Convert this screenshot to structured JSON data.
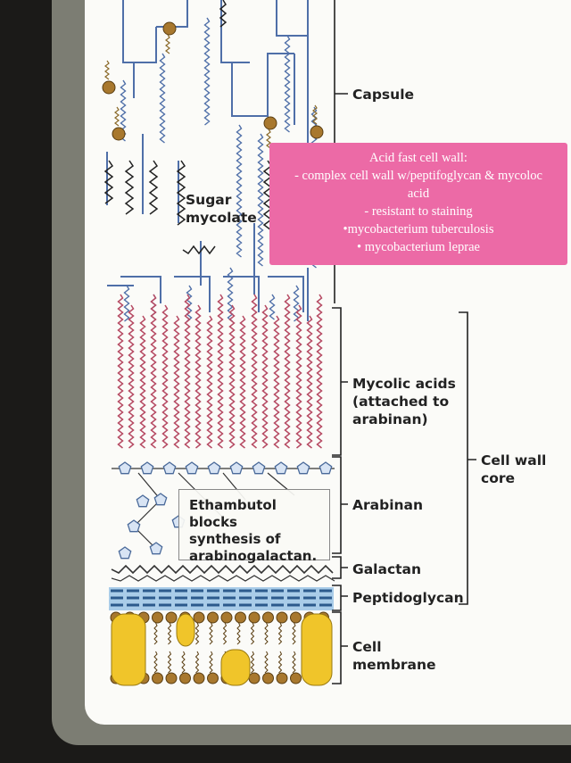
{
  "labels": {
    "sugar_mycolate": [
      "Sugar",
      "mycolate"
    ],
    "capsule": "Capsule",
    "mycolic_acids": [
      "Mycolic acids",
      "(attached to",
      "arabinan)"
    ],
    "arabinan": "Arabinan",
    "galactan": "Galactan",
    "peptidoglycan": "Peptidoglycan",
    "cell_membrane": [
      "Cell",
      "membrane"
    ],
    "cell_wall_core": [
      "Cell wall",
      "core"
    ]
  },
  "callout": {
    "lines": [
      "Ethambutol blocks",
      "synthesis of",
      "arabinogalactan."
    ]
  },
  "note": {
    "lines": [
      "Acid fast cell wall:",
      "- complex cell wall w/peptifoglycan & mycoloc",
      "acid",
      "- resistant to staining",
      "•mycobacterium tuberculosis",
      "• mycobacterium leprae"
    ]
  },
  "colors": {
    "blue_chain": "#4f6fa8",
    "red_chain": "#b64a63",
    "lipid_head": "#a8782e",
    "membrane_protein": "#f0c52a",
    "note_bg": "#ec6aa6"
  }
}
